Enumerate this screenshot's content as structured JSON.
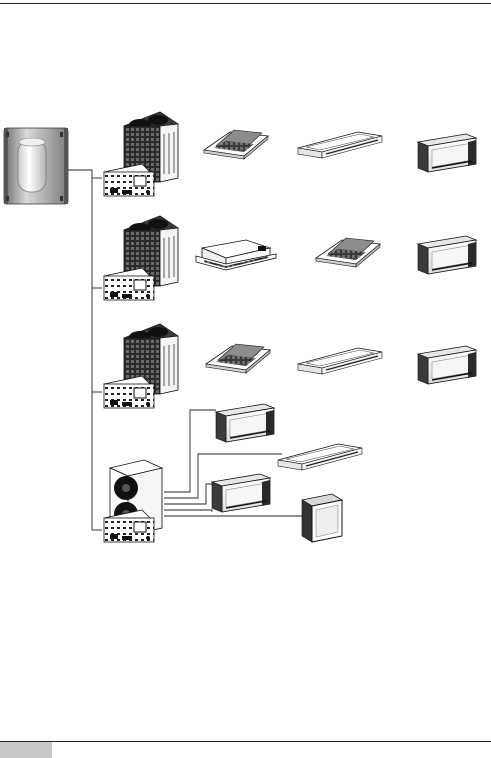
{
  "page": {
    "title": "",
    "footer_tab_label": ""
  },
  "diagram": {
    "nodes": [
      {
        "id": "central-controller",
        "kind": "cylinder-controller"
      },
      {
        "id": "outdoor-unit-1",
        "kind": "vrf-outdoor-unit-with-pcb"
      },
      {
        "id": "outdoor-unit-2",
        "kind": "vrf-outdoor-unit-with-pcb"
      },
      {
        "id": "outdoor-unit-3",
        "kind": "vrf-outdoor-unit-with-pcb"
      },
      {
        "id": "outdoor-unit-4",
        "kind": "mini-vrf-outdoor-unit-with-pcb"
      },
      {
        "id": "indoor-1-1",
        "kind": "cassette"
      },
      {
        "id": "indoor-1-2",
        "kind": "one-way-cassette"
      },
      {
        "id": "indoor-1-3",
        "kind": "wall-mounted"
      },
      {
        "id": "indoor-2-1",
        "kind": "duct"
      },
      {
        "id": "indoor-2-2",
        "kind": "cassette"
      },
      {
        "id": "indoor-2-3",
        "kind": "wall-mounted"
      },
      {
        "id": "indoor-3-1",
        "kind": "cassette"
      },
      {
        "id": "indoor-3-2",
        "kind": "one-way-cassette"
      },
      {
        "id": "indoor-3-3",
        "kind": "wall-mounted"
      },
      {
        "id": "indoor-4-1",
        "kind": "wall-mounted"
      },
      {
        "id": "indoor-4-2",
        "kind": "one-way-cassette"
      },
      {
        "id": "indoor-4-3",
        "kind": "wall-mounted"
      },
      {
        "id": "indoor-4-4",
        "kind": "console"
      }
    ],
    "edges": [
      [
        "central-controller",
        "outdoor-unit-1"
      ],
      [
        "central-controller",
        "outdoor-unit-2"
      ],
      [
        "central-controller",
        "outdoor-unit-3"
      ],
      [
        "central-controller",
        "outdoor-unit-4"
      ],
      [
        "outdoor-unit-4",
        "indoor-4-1"
      ],
      [
        "outdoor-unit-4",
        "indoor-4-2"
      ],
      [
        "outdoor-unit-4",
        "indoor-4-3"
      ],
      [
        "outdoor-unit-4",
        "indoor-4-4"
      ]
    ],
    "colors": {
      "line": "#222222",
      "controller_body": "#9a9a9a",
      "cassette_top": "#8c8c8c",
      "panel": "#f2f2f2"
    }
  }
}
